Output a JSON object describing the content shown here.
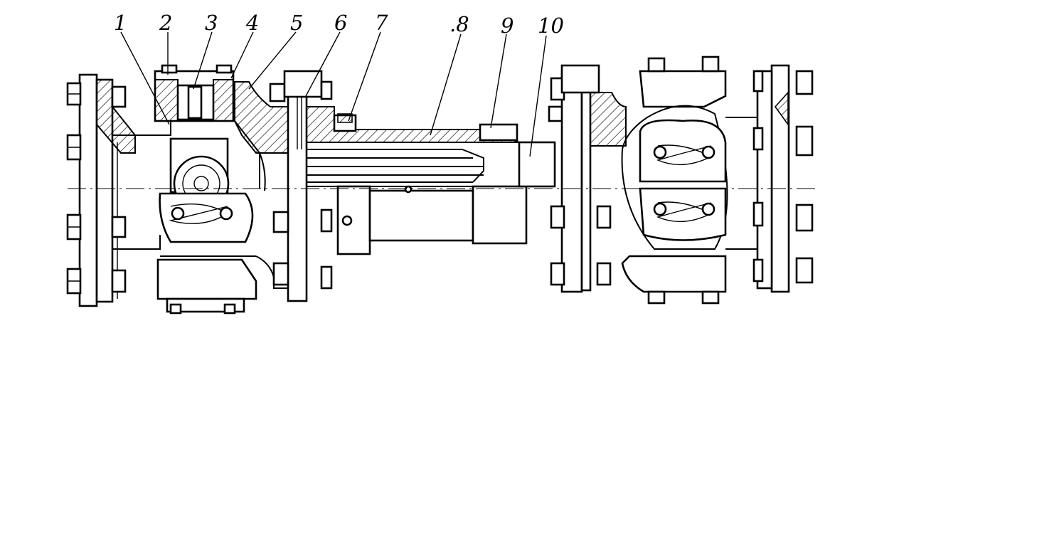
{
  "figure": {
    "callouts": [
      {
        "id": "c1",
        "text": "1"
      },
      {
        "id": "c2",
        "text": "2"
      },
      {
        "id": "c3",
        "text": "3"
      },
      {
        "id": "c4",
        "text": "4"
      },
      {
        "id": "c5",
        "text": "5"
      },
      {
        "id": "c6",
        "text": "6"
      },
      {
        "id": "c7",
        "text": "7"
      },
      {
        "id": "c8",
        "text": ".8"
      },
      {
        "id": "c9",
        "text": "9"
      },
      {
        "id": "c10",
        "text": "10"
      }
    ]
  },
  "colors": {
    "ink": "#000000",
    "paper": "#ffffff"
  }
}
